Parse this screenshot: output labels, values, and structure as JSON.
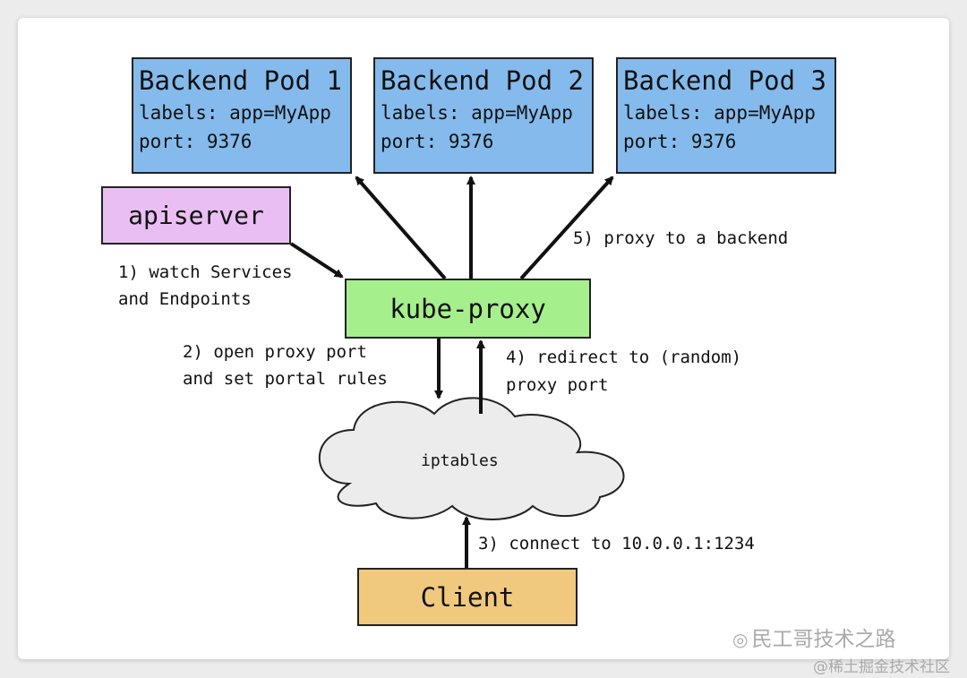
{
  "pods": [
    {
      "title": "Backend Pod 1",
      "labels": "labels: app=MyApp",
      "port": "port: 9376"
    },
    {
      "title": "Backend Pod 2",
      "labels": "labels: app=MyApp",
      "port": "port: 9376"
    },
    {
      "title": "Backend Pod 3",
      "labels": "labels: app=MyApp",
      "port": "port: 9376"
    }
  ],
  "nodes": {
    "apiserver": "apiserver",
    "kube_proxy": "kube-proxy",
    "iptables": "iptables",
    "client": "Client"
  },
  "steps": {
    "s1_line1": "1) watch Services",
    "s1_line2": "and Endpoints",
    "s2_line1": "2) open proxy port",
    "s2_line2": "and set portal rules",
    "s3": "3) connect to 10.0.0.1:1234",
    "s4_line1": "4) redirect to (random)",
    "s4_line2": "proxy port",
    "s5": "5) proxy to a backend"
  },
  "watermark": {
    "channel": "民工哥技术之路",
    "site": "@稀土掘金技术社区"
  },
  "colors": {
    "pod": "#84bbec",
    "apiserver": "#e9bff3",
    "kube_proxy": "#a6ef8d",
    "client": "#f0c97e",
    "cloud": "#ececec"
  }
}
